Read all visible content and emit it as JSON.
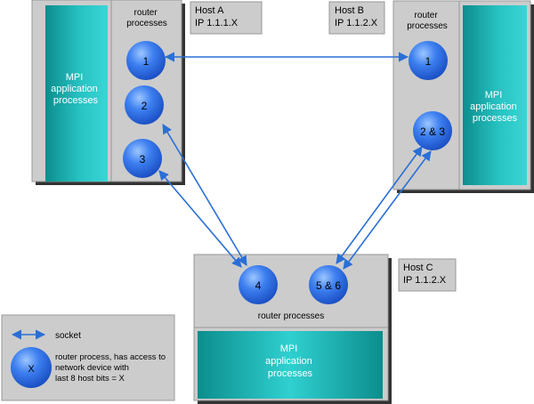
{
  "host_a": {
    "mpi_lines": [
      "MPI",
      "application",
      "processes"
    ],
    "router_lines": [
      "router",
      "processes"
    ],
    "label_lines": [
      "Host A",
      "IP 1.1.1.X"
    ],
    "nodes": [
      "1",
      "2",
      "3"
    ]
  },
  "host_b": {
    "mpi_lines": [
      "MPI",
      "application",
      "processes"
    ],
    "router_lines": [
      "router",
      "processes"
    ],
    "label_lines": [
      "Host B",
      "IP 1.1.2.X"
    ],
    "nodes": [
      "1",
      "2 & 3"
    ]
  },
  "host_c": {
    "mpi_lines": [
      "MPI",
      "application",
      "processes"
    ],
    "router_label": "router processes",
    "label_lines": [
      "Host C",
      "IP 1.1.2.X"
    ],
    "nodes": [
      "4",
      "5 & 6"
    ]
  },
  "legend": {
    "socket_label": "socket",
    "node_symbol": "X",
    "node_desc_lines": [
      "router process, has access to",
      "network device with",
      "last 8 host bits = X"
    ]
  },
  "colors": {
    "host_gray": "#cccccc",
    "teal_dark": "#008c8c",
    "teal_light": "#33cccc",
    "node_blue": "#2d6be0",
    "arrow_blue": "#2a6fd6"
  }
}
